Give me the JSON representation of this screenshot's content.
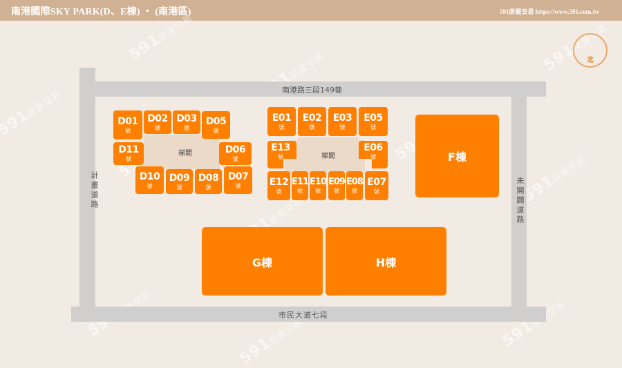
{
  "header": {
    "title": "南港國際SKY PARK(D、E棟) ・ (南港區)",
    "brand": "591房屋交易 https://www.591.com.tw"
  },
  "compass": {
    "icon": "north-arrow-icon",
    "label": "北"
  },
  "roads": {
    "top": "南港路三段149巷",
    "bottom": "市民大道七段",
    "left": "計畫道路",
    "right": "未開闢道路"
  },
  "unit_suffix": "號",
  "stairwell_label": "梯間",
  "d_block": {
    "units": [
      {
        "code": "D01"
      },
      {
        "code": "D02"
      },
      {
        "code": "D03"
      },
      {
        "code": "D05"
      },
      {
        "code": "D11"
      },
      {
        "code": "D06"
      },
      {
        "code": "D10"
      },
      {
        "code": "D09"
      },
      {
        "code": "D08"
      },
      {
        "code": "D07"
      }
    ]
  },
  "e_block": {
    "units": [
      {
        "code": "E01"
      },
      {
        "code": "E02"
      },
      {
        "code": "E03"
      },
      {
        "code": "E05"
      },
      {
        "code": "E13"
      },
      {
        "code": "E06"
      },
      {
        "code": "E12"
      },
      {
        "code": "E11"
      },
      {
        "code": "E10"
      },
      {
        "code": "E09"
      },
      {
        "code": "E08"
      },
      {
        "code": "E07"
      }
    ]
  },
  "buildings": {
    "f": "F棟",
    "g": "G棟",
    "h": "H棟"
  },
  "watermark": {
    "number": "591",
    "text": "房屋交易"
  },
  "colors": {
    "header_bg": "#d1b193",
    "background": "#f2ebe4",
    "unit": "#ff7f00",
    "stairwell": "#ecdac8",
    "road": "#d0cfcd",
    "compass": "#e87c12"
  }
}
